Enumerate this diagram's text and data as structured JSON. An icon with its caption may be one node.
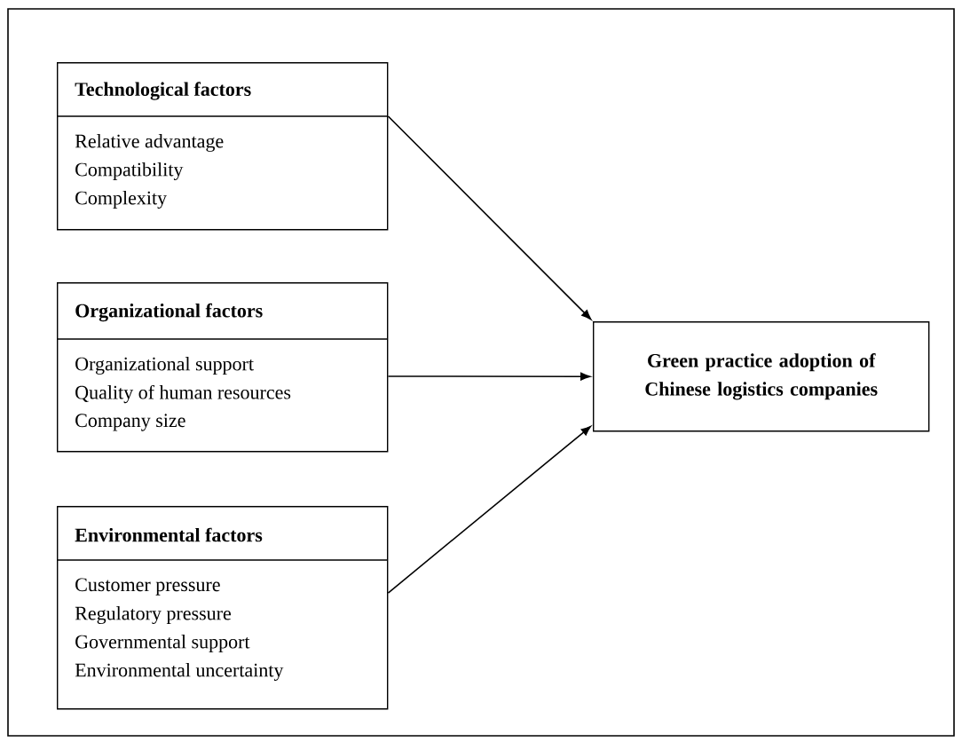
{
  "diagram": {
    "nodes": [
      {
        "text": [
          "Technological factors",
          "Relative advantage",
          "Compatibility",
          "Complexity"
        ]
      },
      {
        "text": [
          "Organizational factors",
          "Organizational support",
          "Quality of human resources",
          "Company size"
        ]
      },
      {
        "text": [
          "Environmental factors",
          "Customer pressure",
          "Regulatory pressure",
          "Governmental support",
          "Environmental uncertainty"
        ]
      },
      {
        "text": [
          "Green practice adoption of Chinese logistics companies"
        ]
      }
    ],
    "edges": [
      {
        "from": 0,
        "to": 3,
        "arrow": "to"
      },
      {
        "from": 1,
        "to": 3,
        "arrow": "to"
      },
      {
        "from": 2,
        "to": 3,
        "arrow": "to"
      }
    ]
  }
}
